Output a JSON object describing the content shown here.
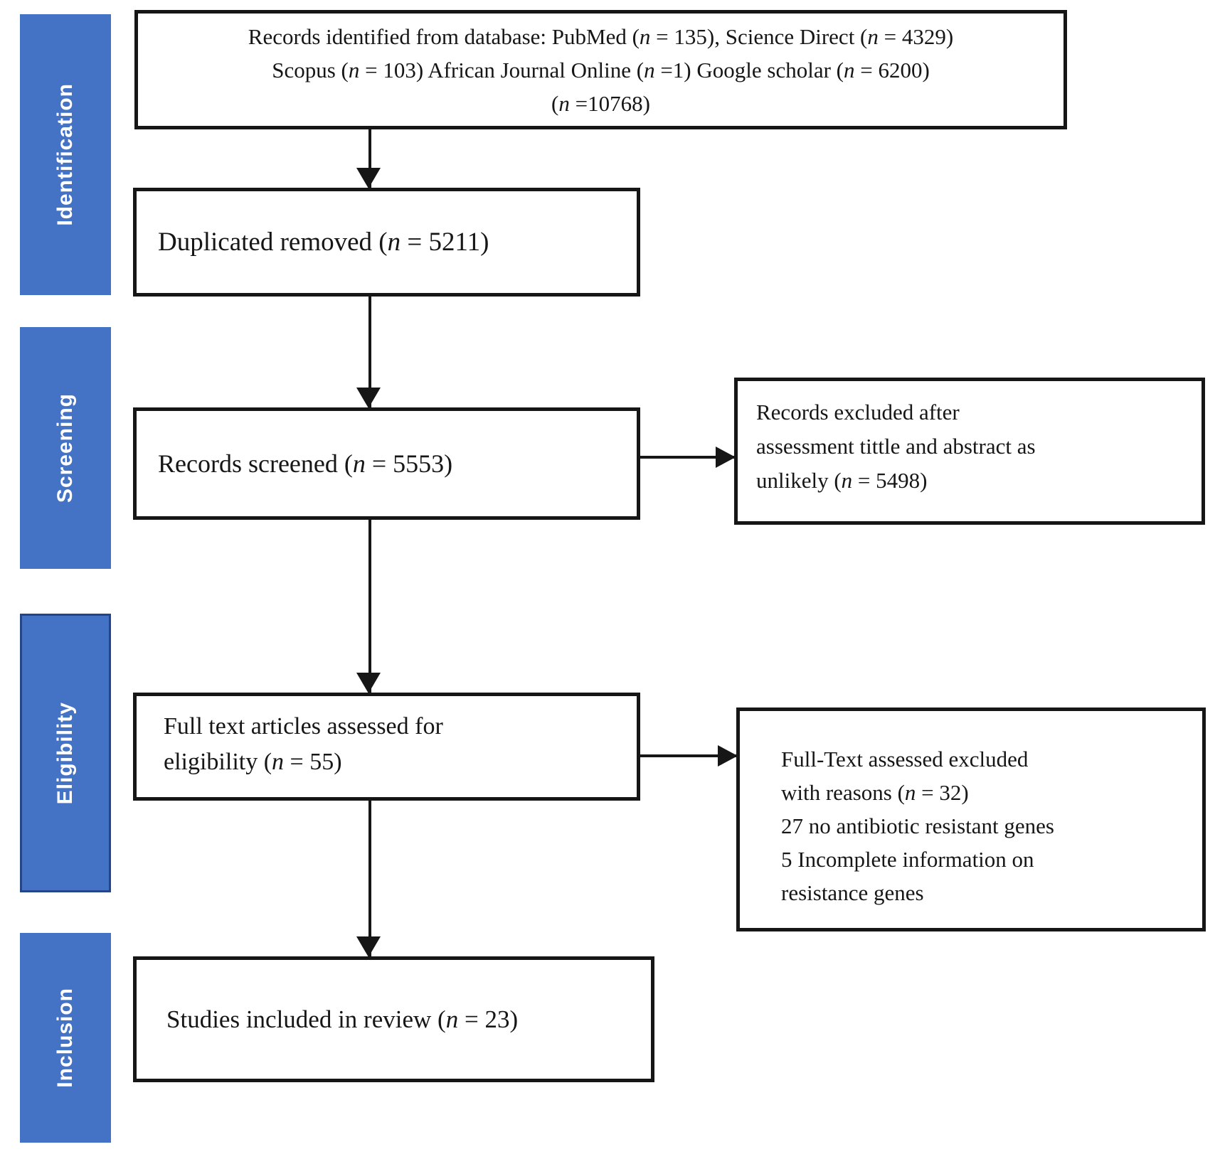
{
  "stages": [
    {
      "label": "Identification"
    },
    {
      "label": "Screening"
    },
    {
      "label": "Eligibility"
    },
    {
      "label": "Inclusion"
    }
  ],
  "boxes": {
    "identified": {
      "lines": [
        "Records identified from database: PubMed (n = 135), Science Direct (n = 4329)",
        "Scopus (n = 103) African Journal Online (n =1) Google scholar (n = 6200)",
        "(n =10768)"
      ]
    },
    "duplicates_removed": {
      "text": "Duplicated removed (n = 5211)"
    },
    "screened": {
      "text": "Records screened (n = 5553)"
    },
    "excluded_screening": {
      "lines": [
        "Records excluded after",
        "assessment tittle and abstract as",
        "unlikely (n = 5498)"
      ]
    },
    "fulltext_assessed": {
      "lines": [
        "Full text articles assessed for",
        "eligibility (n = 55)"
      ]
    },
    "excluded_fulltext": {
      "lines": [
        "Full-Text assessed excluded",
        "with reasons (n = 32)",
        "27 no antibiotic resistant genes",
        "5 Incomplete information on",
        "resistance genes"
      ]
    },
    "included": {
      "text": "Studies included in review (n = 23)"
    }
  },
  "colors": {
    "stage_fill": "#4472C4",
    "stage_border": "#24458a",
    "stage_text": "#ffffff",
    "ink": "#161616",
    "box_bg": "#ffffff"
  }
}
